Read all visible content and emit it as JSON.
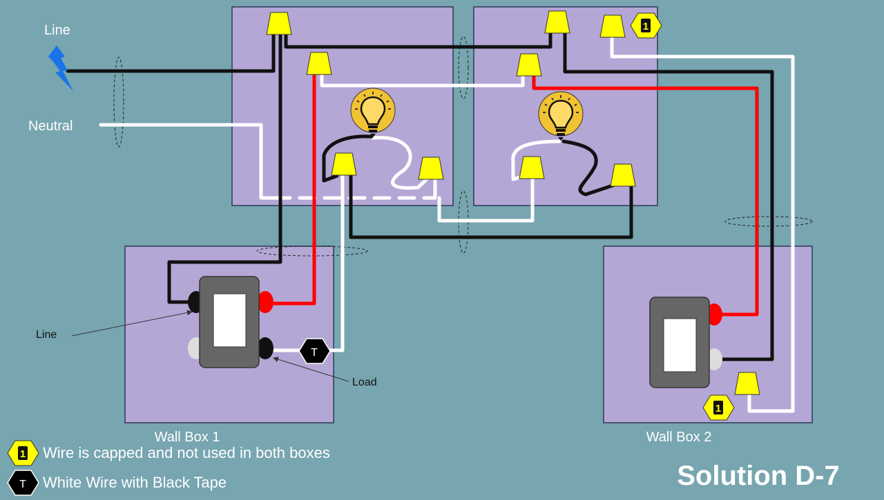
{
  "labels": {
    "line_top": "Line",
    "neutral": "Neutral",
    "line_switch": "Line",
    "load": "Load",
    "wall_box_1": "Wall Box 1",
    "wall_box_2": "Wall Box 2",
    "solution": "Solution D-7"
  },
  "badges": {
    "capped_marker": "1",
    "tape_marker": "T"
  },
  "legend": [
    {
      "marker": "1",
      "text": "Wire is capped and not used in both boxes"
    },
    {
      "marker": "T",
      "text": "White Wire with Black Tape"
    }
  ],
  "colors": {
    "background": "#77a5b0",
    "box_fill": "#b4a7d6",
    "box_stroke": "#2b3a55",
    "wire_hot": "#111111",
    "wire_traveler": "#ff0000",
    "wire_neutral": "#ffffff",
    "wire_nut": "#ffff00",
    "capped_badge": "#ffff00",
    "tape_badge": "#000000",
    "bulb": "#f1c232",
    "lightning": "#1a73e8"
  }
}
